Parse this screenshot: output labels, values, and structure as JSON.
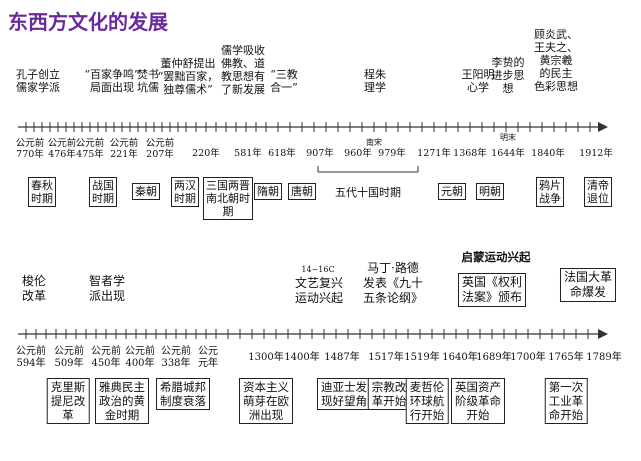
{
  "title": "东西方文化的发展",
  "row1": {
    "events": [
      {
        "text": "孔子创立\n儒家学派"
      },
      {
        "text": "“百家争鸣”\n局面出现"
      },
      {
        "text": "焚书\n坑儒"
      },
      {
        "text": "董仲舒提出\n“罢黜百家，\n独尊儒术”"
      },
      {
        "text": "儒学吸收\n佛教、道\n教思想有\n了新发展"
      },
      {
        "text": "“三教\n合一”"
      },
      {
        "text": "程朱\n理学"
      },
      {
        "text": "王阳明\n心学"
      },
      {
        "text": "李贽的\n进步思\n想"
      },
      {
        "text": "顾炎武、\n王夫之、\n黄宗羲\n的民主\n色彩思想"
      }
    ],
    "dates": [
      {
        "text": "公元前\n770年"
      },
      {
        "text": "公元前\n476年"
      },
      {
        "text": "公元前\n475年"
      },
      {
        "text": "公元前\n221年"
      },
      {
        "text": "公元前\n207年"
      },
      {
        "text": "220年"
      },
      {
        "text": "581年"
      },
      {
        "text": "618年"
      },
      {
        "text": "907年"
      },
      {
        "text": "960年"
      },
      {
        "text": "979年"
      },
      {
        "text": "1271年"
      },
      {
        "text": "1368年"
      },
      {
        "text": "1644年"
      },
      {
        "text": "1840年"
      },
      {
        "text": "1912年"
      }
    ],
    "small_labels": {
      "nan_song": "南宋",
      "ming_mo": "明末"
    },
    "dynasties": [
      {
        "text": "春秋\n时期"
      },
      {
        "text": "战国\n时期"
      },
      {
        "text": "秦朝"
      },
      {
        "text": "两汉\n时期"
      },
      {
        "text": "三国两晋\n南北朝时\n期"
      },
      {
        "text": "隋朝"
      },
      {
        "text": "唐朝"
      },
      {
        "text": "元朝"
      },
      {
        "text": "明朝"
      },
      {
        "text": "鸦片\n战争"
      },
      {
        "text": "清帝\n退位"
      }
    ],
    "five_dynasties": "五代十国时期"
  },
  "row2": {
    "banner_enlightenment": "启蒙运动兴起",
    "renaissance_period": "14~16C",
    "top_events": [
      {
        "text": "梭伦\n改革",
        "boxed": false
      },
      {
        "text": "智者学\n派出现",
        "boxed": false
      },
      {
        "text": "文艺复兴\n运动兴起",
        "boxed": false
      },
      {
        "text": "马丁·路德\n发表《九十\n五条论纲》",
        "boxed": false
      },
      {
        "text": "英国《权利\n法案》颁布",
        "boxed": true
      },
      {
        "text": "法国大革\n命爆发",
        "boxed": true
      }
    ],
    "dates": [
      {
        "text": "公元前\n594年"
      },
      {
        "text": "公元前\n509年"
      },
      {
        "text": "公元前\n450年"
      },
      {
        "text": "公元前\n400年"
      },
      {
        "text": "公元前\n338年"
      },
      {
        "text": "公元\n元年"
      },
      {
        "text": "1300年"
      },
      {
        "text": "1400年"
      },
      {
        "text": "1487年"
      },
      {
        "text": "1517年"
      },
      {
        "text": "1519年"
      },
      {
        "text": "1640年"
      },
      {
        "text": "1689年"
      },
      {
        "text": "1700年"
      },
      {
        "text": "1765年"
      },
      {
        "text": "1789年"
      }
    ],
    "bottom_boxes": [
      {
        "text": "克里斯\n提尼改\n革"
      },
      {
        "text": "雅典民主\n政治的黄\n金时期"
      },
      {
        "text": "希腊城邦\n制度衰落"
      },
      {
        "text": "资本主义\n萌芽在欧\n洲出现"
      },
      {
        "text": "迪亚士发\n现好望角"
      },
      {
        "text": "宗教改\n革开始"
      },
      {
        "text": "麦哲伦\n环球航\n行开始"
      },
      {
        "text": "英国资产\n阶级革命\n开始"
      },
      {
        "text": "第一次\n工业革\n命开始"
      }
    ]
  }
}
